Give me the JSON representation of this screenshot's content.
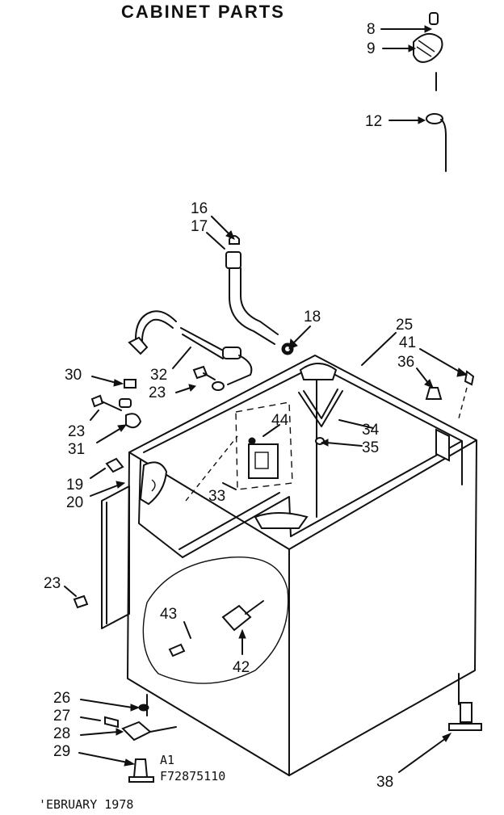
{
  "title": "CABINET PARTS",
  "footer": {
    "model_prefix": "A1",
    "model_number": "F72875110",
    "date": "'EBRUARY 1978"
  },
  "callouts": {
    "c8": "8",
    "c9": "9",
    "c12": "12",
    "c16": "16",
    "c17": "17",
    "c18": "18",
    "c19": "19",
    "c20": "20",
    "c23a": "23",
    "c23b": "23",
    "c23c": "23",
    "c25": "25",
    "c26": "26",
    "c27": "27",
    "c28": "28",
    "c29": "29",
    "c30": "30",
    "c31": "31",
    "c32": "32",
    "c33": "33",
    "c34": "34",
    "c35": "35",
    "c36": "36",
    "c38": "38",
    "c41": "41",
    "c42": "42",
    "c43": "43",
    "c44": "44"
  }
}
